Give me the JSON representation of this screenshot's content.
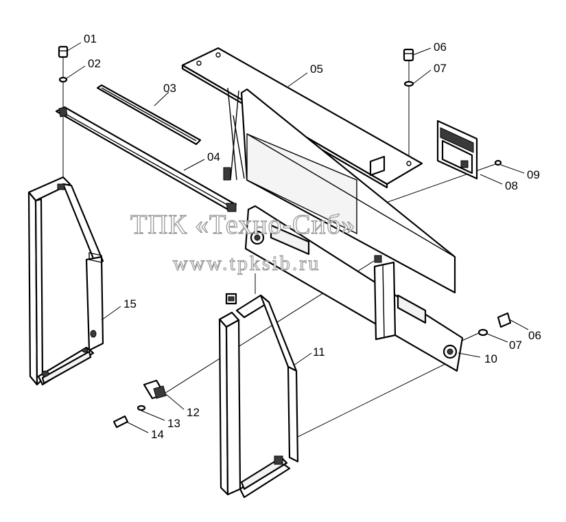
{
  "callouts": {
    "c01": "01",
    "c02": "02",
    "c03": "03",
    "c04": "04",
    "c05": "05",
    "c06a": "06",
    "c07a": "07",
    "c08": "08",
    "c09": "09",
    "c10": "10",
    "c11": "11",
    "c12": "12",
    "c13": "13",
    "c14": "14",
    "c15": "15",
    "c06b": "06",
    "c07b": "07"
  },
  "watermark": {
    "title": "ТПК «Техно-Сиб»",
    "url": "www.tpksib.ru"
  }
}
